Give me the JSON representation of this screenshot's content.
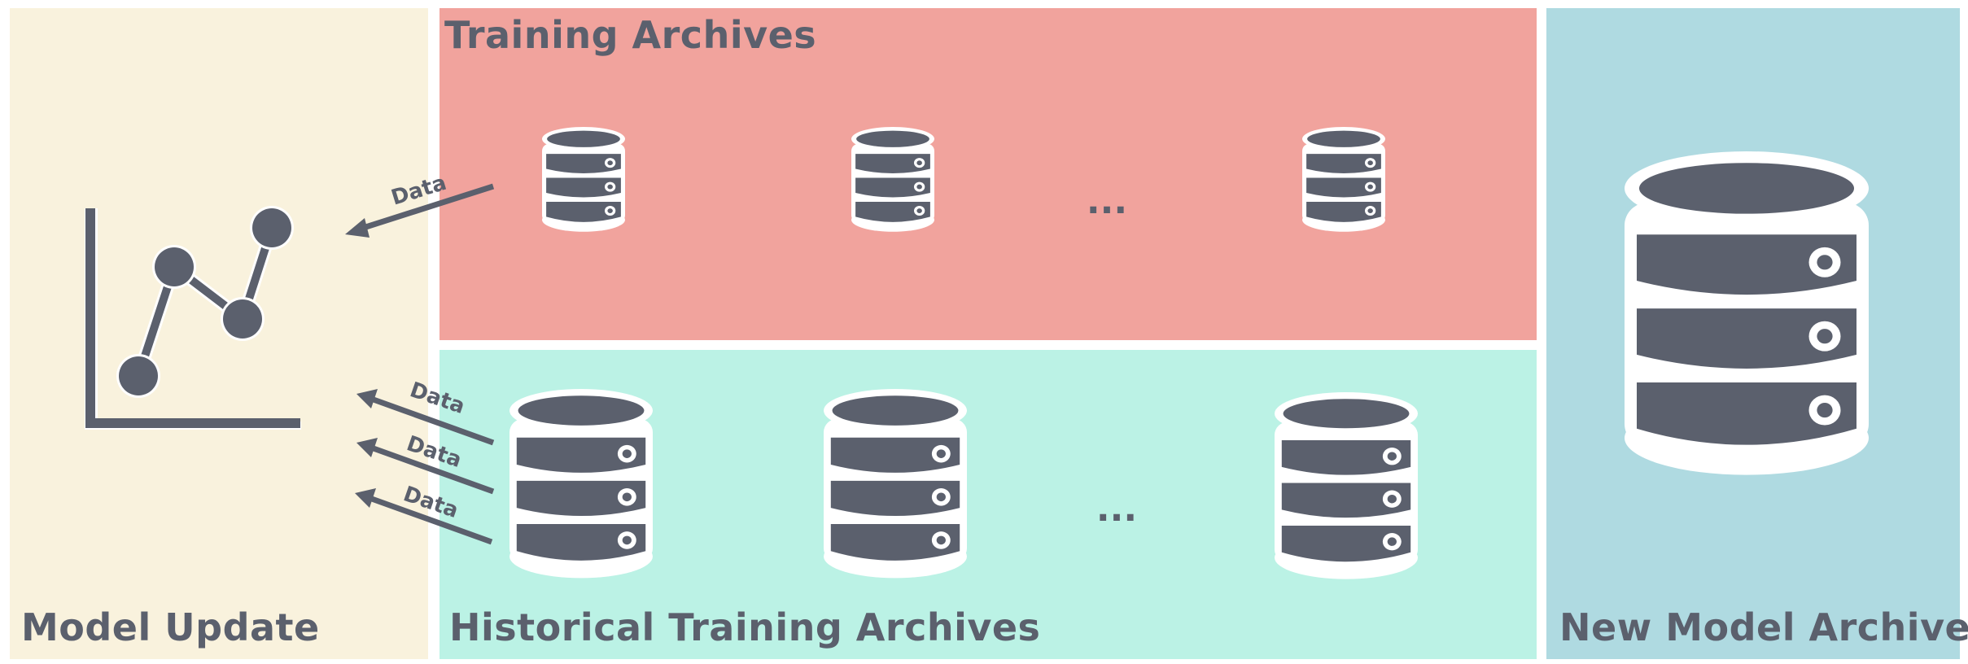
{
  "panels": {
    "model_update": {
      "title": "Model Update"
    },
    "training_archives": {
      "title": "Training Archives",
      "ellipsis": "..."
    },
    "historical_training_archives": {
      "title": "Historical Training Archives",
      "ellipsis": "..."
    },
    "new_model_archive": {
      "title": "New Model Archive"
    }
  },
  "arrows": {
    "training_label": "Data",
    "historical_labels": [
      "Data",
      "Data",
      "Data"
    ]
  },
  "colors": {
    "model_update_bg": "#f9f2dd",
    "training_bg": "#f1a39d",
    "historical_bg": "#bbf2e5",
    "new_model_bg": "#afdae1",
    "ink": "#5b606d"
  },
  "icons": {
    "chart": "line-chart-icon",
    "database": "database-icon",
    "arrow": "arrow-left-icon"
  }
}
